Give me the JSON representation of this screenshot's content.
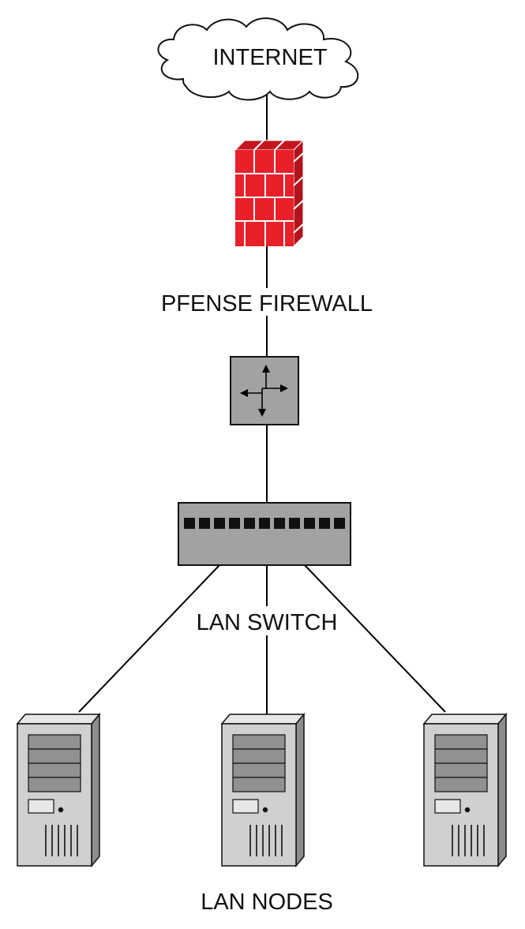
{
  "labels": {
    "internet": "INTERNET",
    "firewall": "PFENSE FIREWALL",
    "switch": "LAN SWITCH",
    "nodes": "LAN NODES"
  },
  "icons": {
    "internet": "cloud-icon",
    "firewall": "brick-firewall-icon",
    "router": "router-arrows-icon",
    "switch": "network-switch-icon",
    "node": "server-tower-icon"
  },
  "colors": {
    "firewall_brick": "#e8202a",
    "router_fill": "#a0a2a3",
    "switch_fill": "#a0a2a3",
    "server_body": "#cfd0d1",
    "server_side": "#8a8c8e",
    "drive_bay": "#8f9193"
  }
}
